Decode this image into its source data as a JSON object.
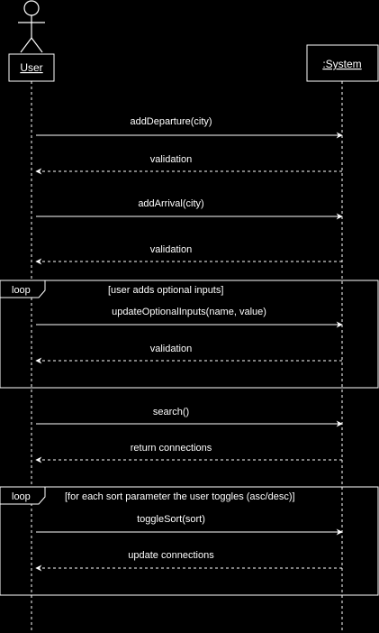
{
  "participants": [
    {
      "name": "User",
      "kind": "actor"
    },
    {
      "name": ":System",
      "kind": "object"
    }
  ],
  "messages": [
    {
      "label": "addDeparture(city)",
      "from": "User",
      "to": ":System",
      "style": "sync"
    },
    {
      "label": "validation",
      "from": ":System",
      "to": "User",
      "style": "return"
    },
    {
      "label": "addArrival(city)",
      "from": "User",
      "to": ":System",
      "style": "sync"
    },
    {
      "label": "validation",
      "from": ":System",
      "to": "User",
      "style": "return"
    },
    {
      "label": "updateOptionalInputs(name, value)",
      "from": "User",
      "to": ":System",
      "style": "sync"
    },
    {
      "label": "validation",
      "from": ":System",
      "to": "User",
      "style": "return"
    },
    {
      "label": "search()",
      "from": "User",
      "to": ":System",
      "style": "sync"
    },
    {
      "label": "return connections",
      "from": ":System",
      "to": "User",
      "style": "return"
    },
    {
      "label": "toggleSort(sort)",
      "from": "User",
      "to": ":System",
      "style": "sync"
    },
    {
      "label": "update connections",
      "from": ":System",
      "to": "User",
      "style": "return"
    }
  ],
  "fragments": [
    {
      "operator": "loop",
      "guard": "[user adds optional inputs]"
    },
    {
      "operator": "loop",
      "guard": "[for each sort parameter the user toggles (asc/desc)]"
    }
  ],
  "colors": {
    "background": "#000000",
    "stroke": "#ffffff",
    "text": "#ffffff"
  }
}
